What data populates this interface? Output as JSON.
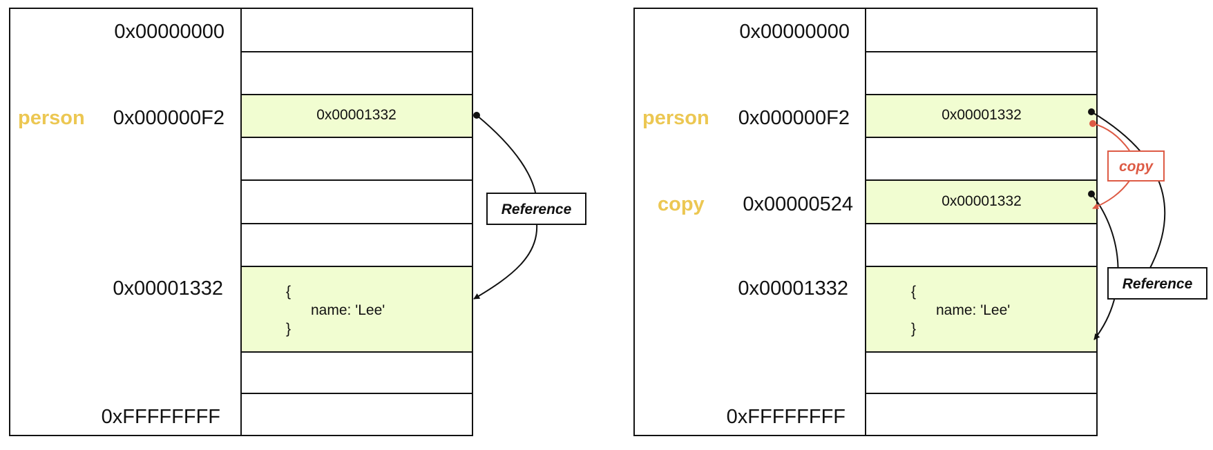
{
  "colors": {
    "highlight_fill": "#f1fdd1",
    "variable_name": "#ecc752",
    "copy_accent": "#dd5a44",
    "line": "#111111"
  },
  "panels": [
    {
      "id": "left",
      "variables": {
        "person": "person"
      },
      "addresses": {
        "row0": "0x00000000",
        "person": "0x000000F2",
        "object": "0x00001332",
        "last": "0xFFFFFFFF"
      },
      "values": {
        "person": "0x00001332"
      },
      "object_lines": [
        "{",
        "name: 'Lee'",
        "}"
      ],
      "labels": {
        "reference": "Reference"
      }
    },
    {
      "id": "right",
      "variables": {
        "person": "person",
        "copy": "copy"
      },
      "addresses": {
        "row0": "0x00000000",
        "person": "0x000000F2",
        "copy": "0x00000524",
        "object": "0x00001332",
        "last": "0xFFFFFFFF"
      },
      "values": {
        "person": "0x00001332",
        "copy": "0x00001332"
      },
      "object_lines": [
        "{",
        "name: 'Lee'",
        "}"
      ],
      "labels": {
        "copy": "copy",
        "reference": "Reference"
      }
    }
  ]
}
